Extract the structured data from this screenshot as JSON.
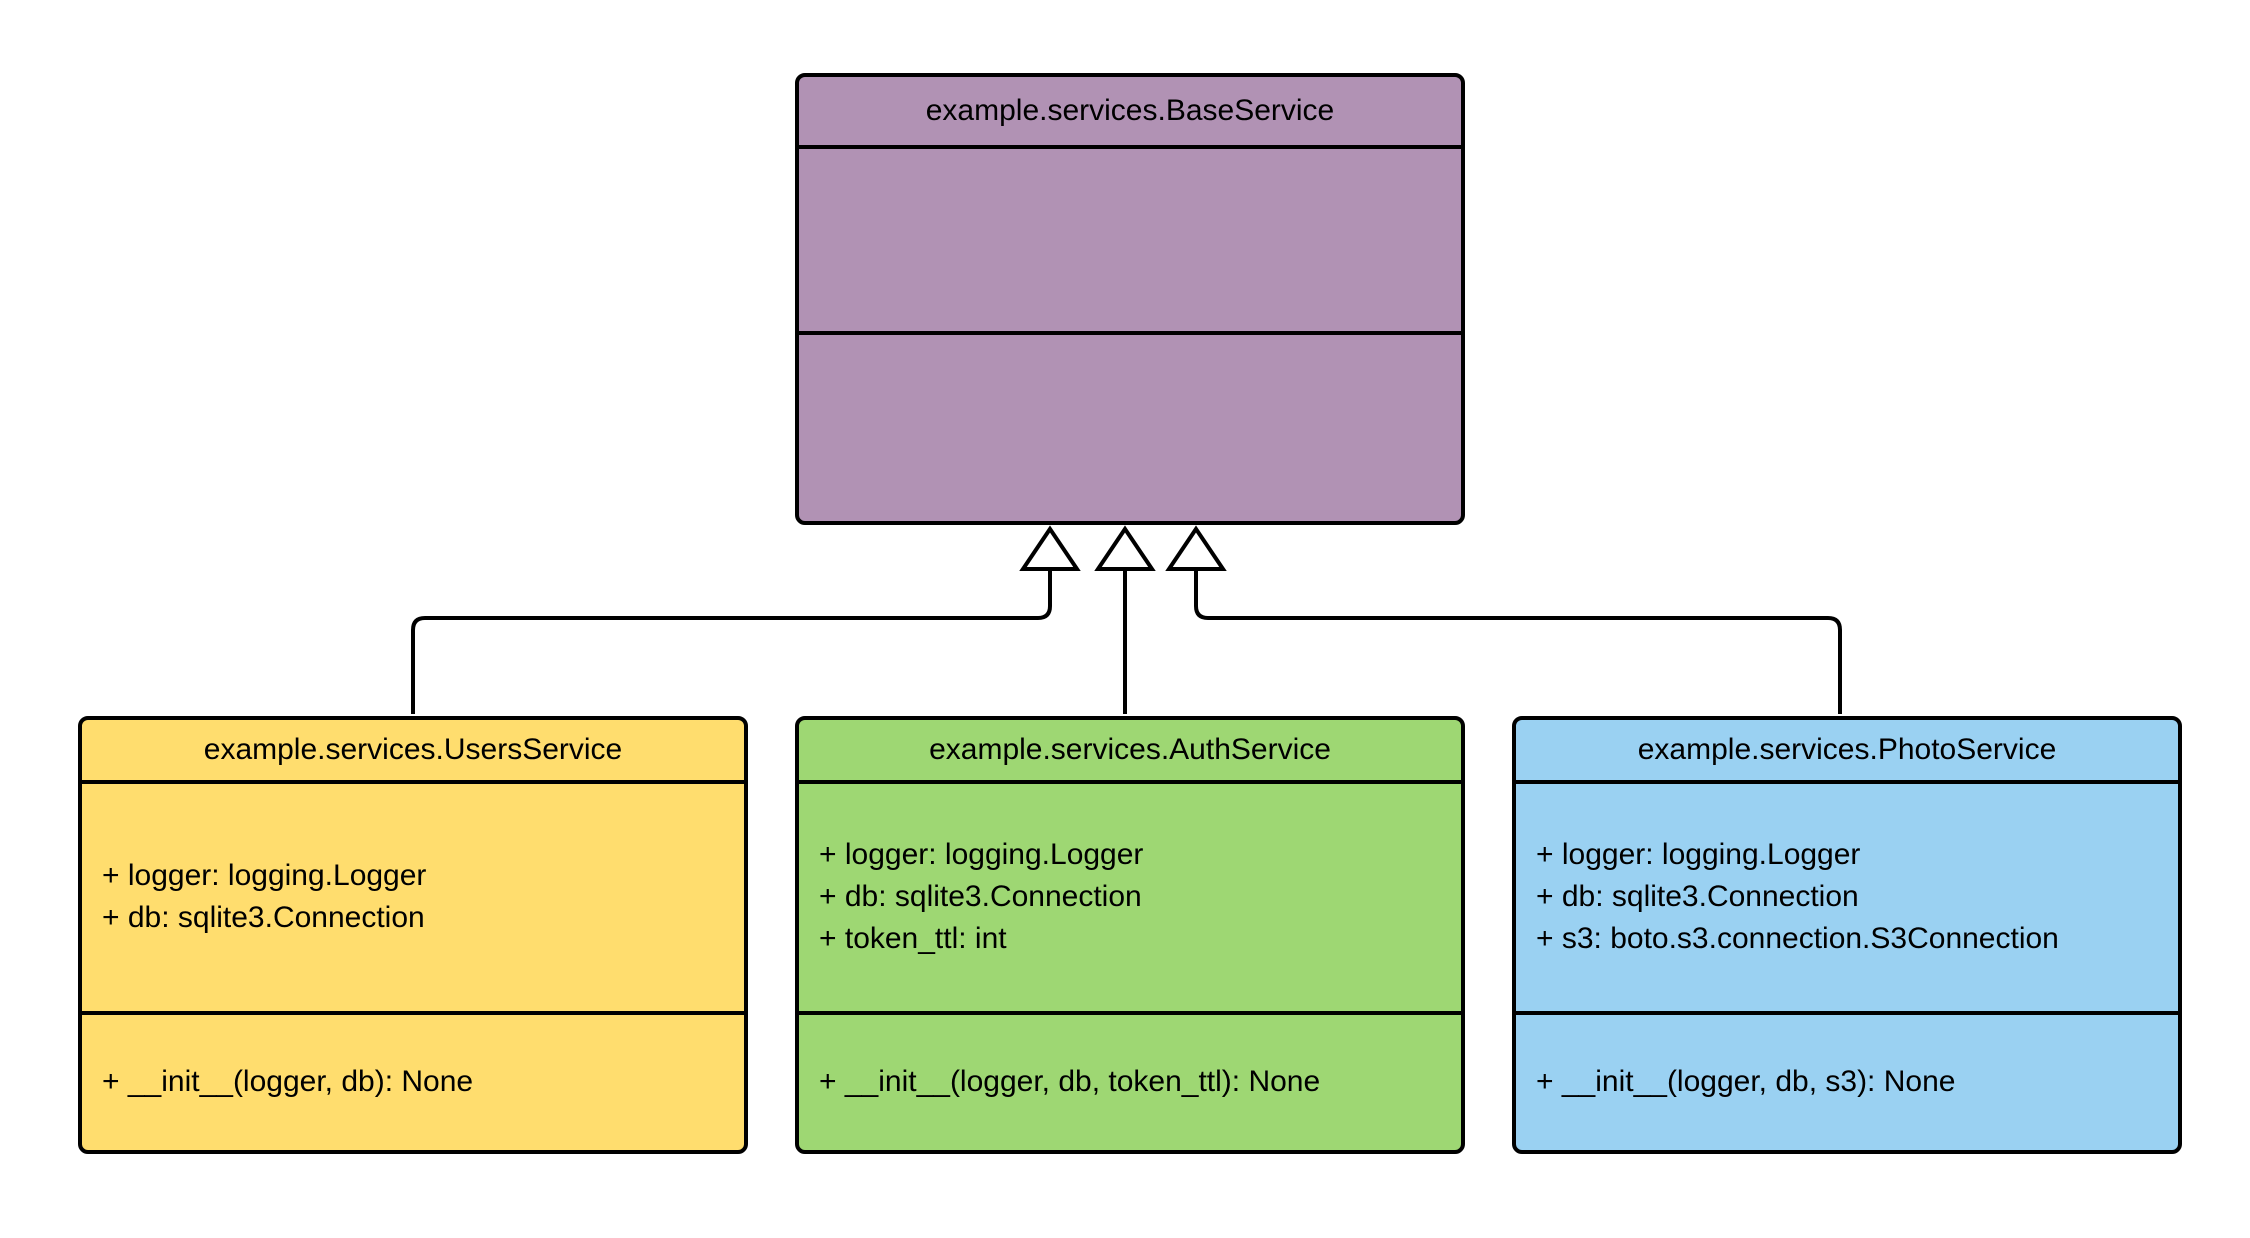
{
  "diagram": {
    "kind": "uml-class-diagram",
    "background_color": "#ffffff",
    "stroke_color": "#000000",
    "classes": {
      "base": {
        "title": "example.services.BaseService",
        "fill": "#b192b4",
        "attributes": [],
        "methods": []
      },
      "users": {
        "title": "example.services.UsersService",
        "fill": "#ffdd6e",
        "attributes": [
          "+ logger: logging.Logger",
          "+ db: sqlite3.Connection"
        ],
        "methods": [
          "+ __init__(logger, db): None"
        ]
      },
      "auth": {
        "title": "example.services.AuthService",
        "fill": "#9ed773",
        "attributes": [
          "+ logger: logging.Logger",
          "+ db: sqlite3.Connection",
          "+ token_ttl: int"
        ],
        "methods": [
          "+ __init__(logger, db, token_ttl): None"
        ]
      },
      "photo": {
        "title": "example.services.PhotoService",
        "fill": "#9ad1f2",
        "attributes": [
          "+ logger: logging.Logger",
          "+ db: sqlite3.Connection",
          "+ s3: boto.s3.connection.S3Connection"
        ],
        "methods": [
          "+ __init__(logger, db, s3): None"
        ]
      }
    },
    "relations": [
      {
        "from": "example.services.UsersService",
        "to": "example.services.BaseService",
        "type": "inheritance"
      },
      {
        "from": "example.services.AuthService",
        "to": "example.services.BaseService",
        "type": "inheritance"
      },
      {
        "from": "example.services.PhotoService",
        "to": "example.services.BaseService",
        "type": "inheritance"
      }
    ]
  }
}
